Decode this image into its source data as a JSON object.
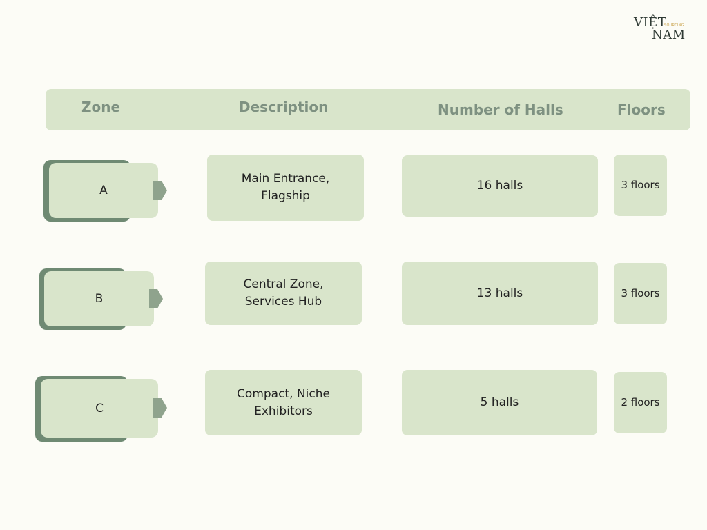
{
  "brand": {
    "line1": "VIỆT",
    "line2": "NAM",
    "tag": "SOURCING"
  },
  "header": {
    "zone": "Zone",
    "description": "Description",
    "halls": "Number of Halls",
    "floors": "Floors"
  },
  "rows": [
    {
      "zone": "A",
      "description": "Main Entrance, Flagship",
      "halls": "16 halls",
      "floors": "3 floors"
    },
    {
      "zone": "B",
      "description": "Central Zone, Services Hub",
      "halls": "13 halls",
      "floors": "3 floors"
    },
    {
      "zone": "C",
      "description": "Compact, Niche Exhibitors",
      "halls": "5 halls",
      "floors": "2 floors"
    }
  ],
  "colors": {
    "background": "#fcfcf6",
    "cell": "#d9e5cb",
    "accent": "#6f8a73",
    "header_text": "#7e9181",
    "brand_gold": "#c9a24a"
  }
}
